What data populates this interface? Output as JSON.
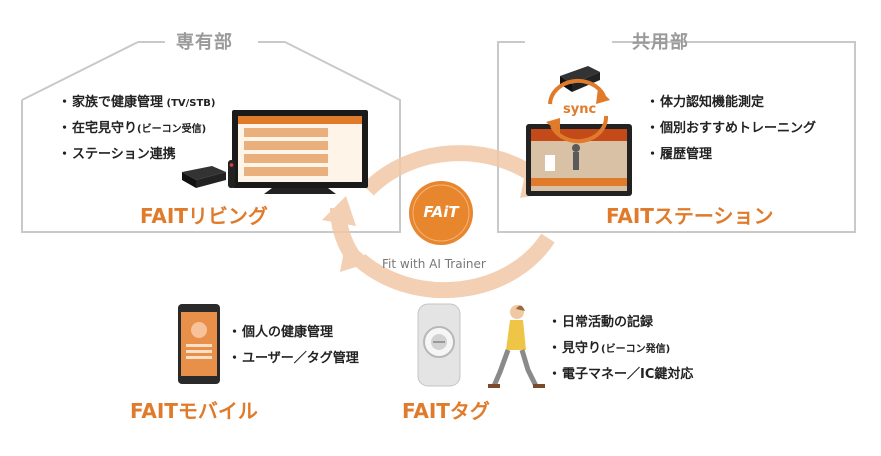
{
  "sections": {
    "private": "専有部",
    "shared": "共用部"
  },
  "living": {
    "name": "FAITリビング",
    "features": [
      {
        "text": "家族で健康管理",
        "sub": " (TV/STB)"
      },
      {
        "text": "在宅見守り",
        "sub": "(ビーコン受信)"
      },
      {
        "text": "ステーション連携",
        "sub": ""
      }
    ]
  },
  "station": {
    "name": "FAITステーション",
    "sync_label": "sync",
    "features": [
      {
        "text": "体力認知機能測定",
        "sub": ""
      },
      {
        "text": "個別おすすめトレーニング",
        "sub": ""
      },
      {
        "text": "履歴管理",
        "sub": ""
      }
    ]
  },
  "mobile": {
    "name": "FAITモバイル",
    "features": [
      {
        "text": "個人の健康管理",
        "sub": ""
      },
      {
        "text": "ユーザー／タグ管理",
        "sub": ""
      }
    ]
  },
  "tag": {
    "name": "FAITタグ",
    "features": [
      {
        "text": "日常活動の記録",
        "sub": ""
      },
      {
        "text": "見守り",
        "sub": "(ビーコン発信)"
      },
      {
        "text": "電子マネー／IC鍵対応",
        "sub": ""
      }
    ]
  },
  "logo": {
    "mark": "FAiT",
    "caption": "Fit with AI Trainer"
  },
  "colors": {
    "accent": "#e07b2c",
    "ring": "#f1c8a8",
    "outline": "#c9c9c9"
  }
}
